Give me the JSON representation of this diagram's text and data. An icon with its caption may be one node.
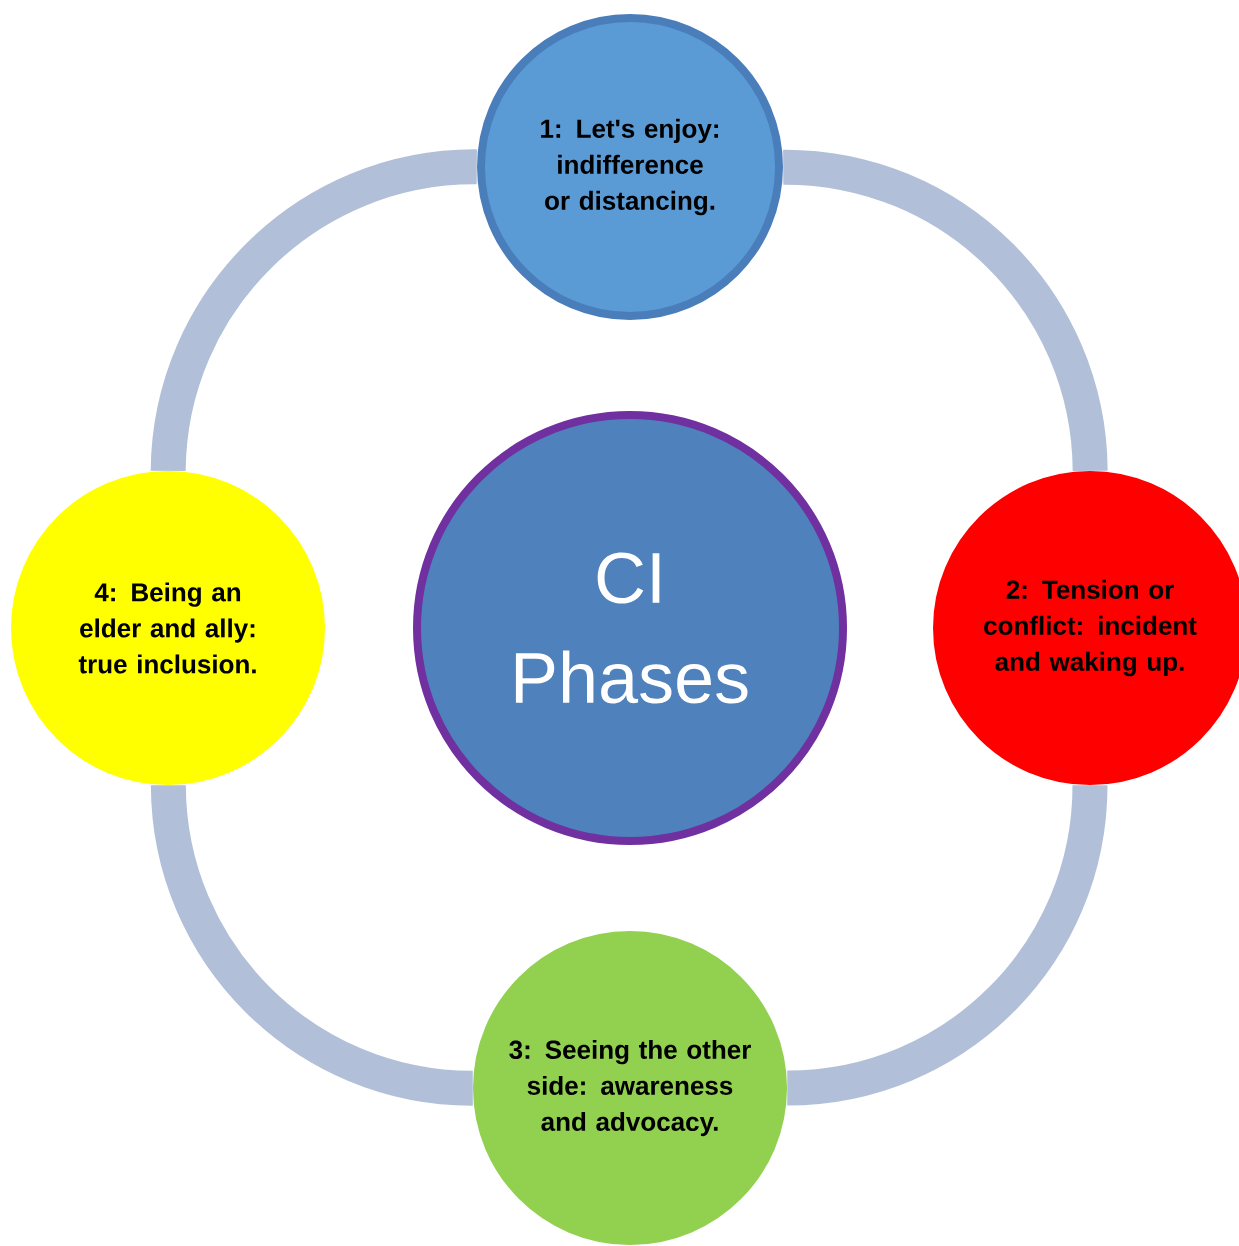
{
  "diagram": {
    "nodes": [
      {
        "text": [
          "CI Phases"
        ]
      },
      {
        "text": [
          "1: Let's enjoy: indifference or distancing."
        ]
      },
      {
        "text": [
          "2: Tension or conflict: incident and waking up."
        ]
      },
      {
        "text": [
          "3: Seeing the other side: awareness and advocacy."
        ]
      },
      {
        "text": [
          "4: Being an elder and ally: true inclusion."
        ]
      }
    ],
    "edges": [
      {
        "from": 1,
        "to": 2,
        "arrow": "none"
      },
      {
        "from": 2,
        "to": 3,
        "arrow": "none"
      },
      {
        "from": 3,
        "to": 4,
        "arrow": "none"
      },
      {
        "from": 4,
        "to": 1,
        "arrow": "none"
      }
    ]
  }
}
